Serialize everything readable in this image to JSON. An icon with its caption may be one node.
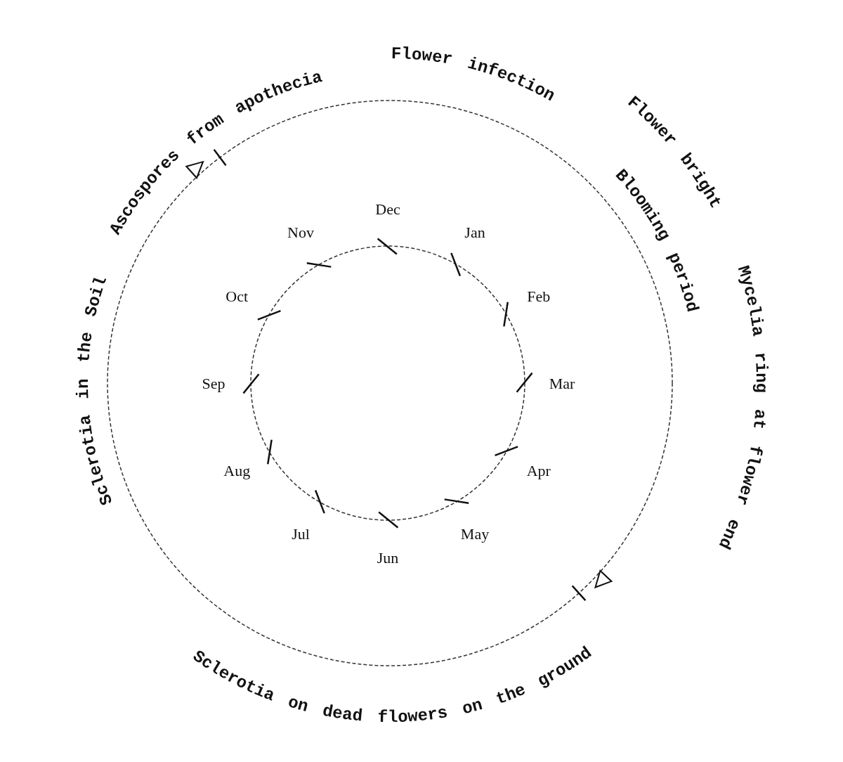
{
  "diagram": {
    "labels": [
      "Ascospores from apothecia",
      "Flower infection",
      "Flower bright",
      "Blooming period",
      "Mycelia ring at flower end",
      "Sclerotia on dead flowers on the ground",
      "Sclerotia in the Soil",
      "Dec",
      "Jan",
      "Feb",
      "Mar",
      "Apr",
      "May",
      "Jun",
      "Jul",
      "Aug",
      "Sep",
      "Oct",
      "Nov"
    ]
  }
}
